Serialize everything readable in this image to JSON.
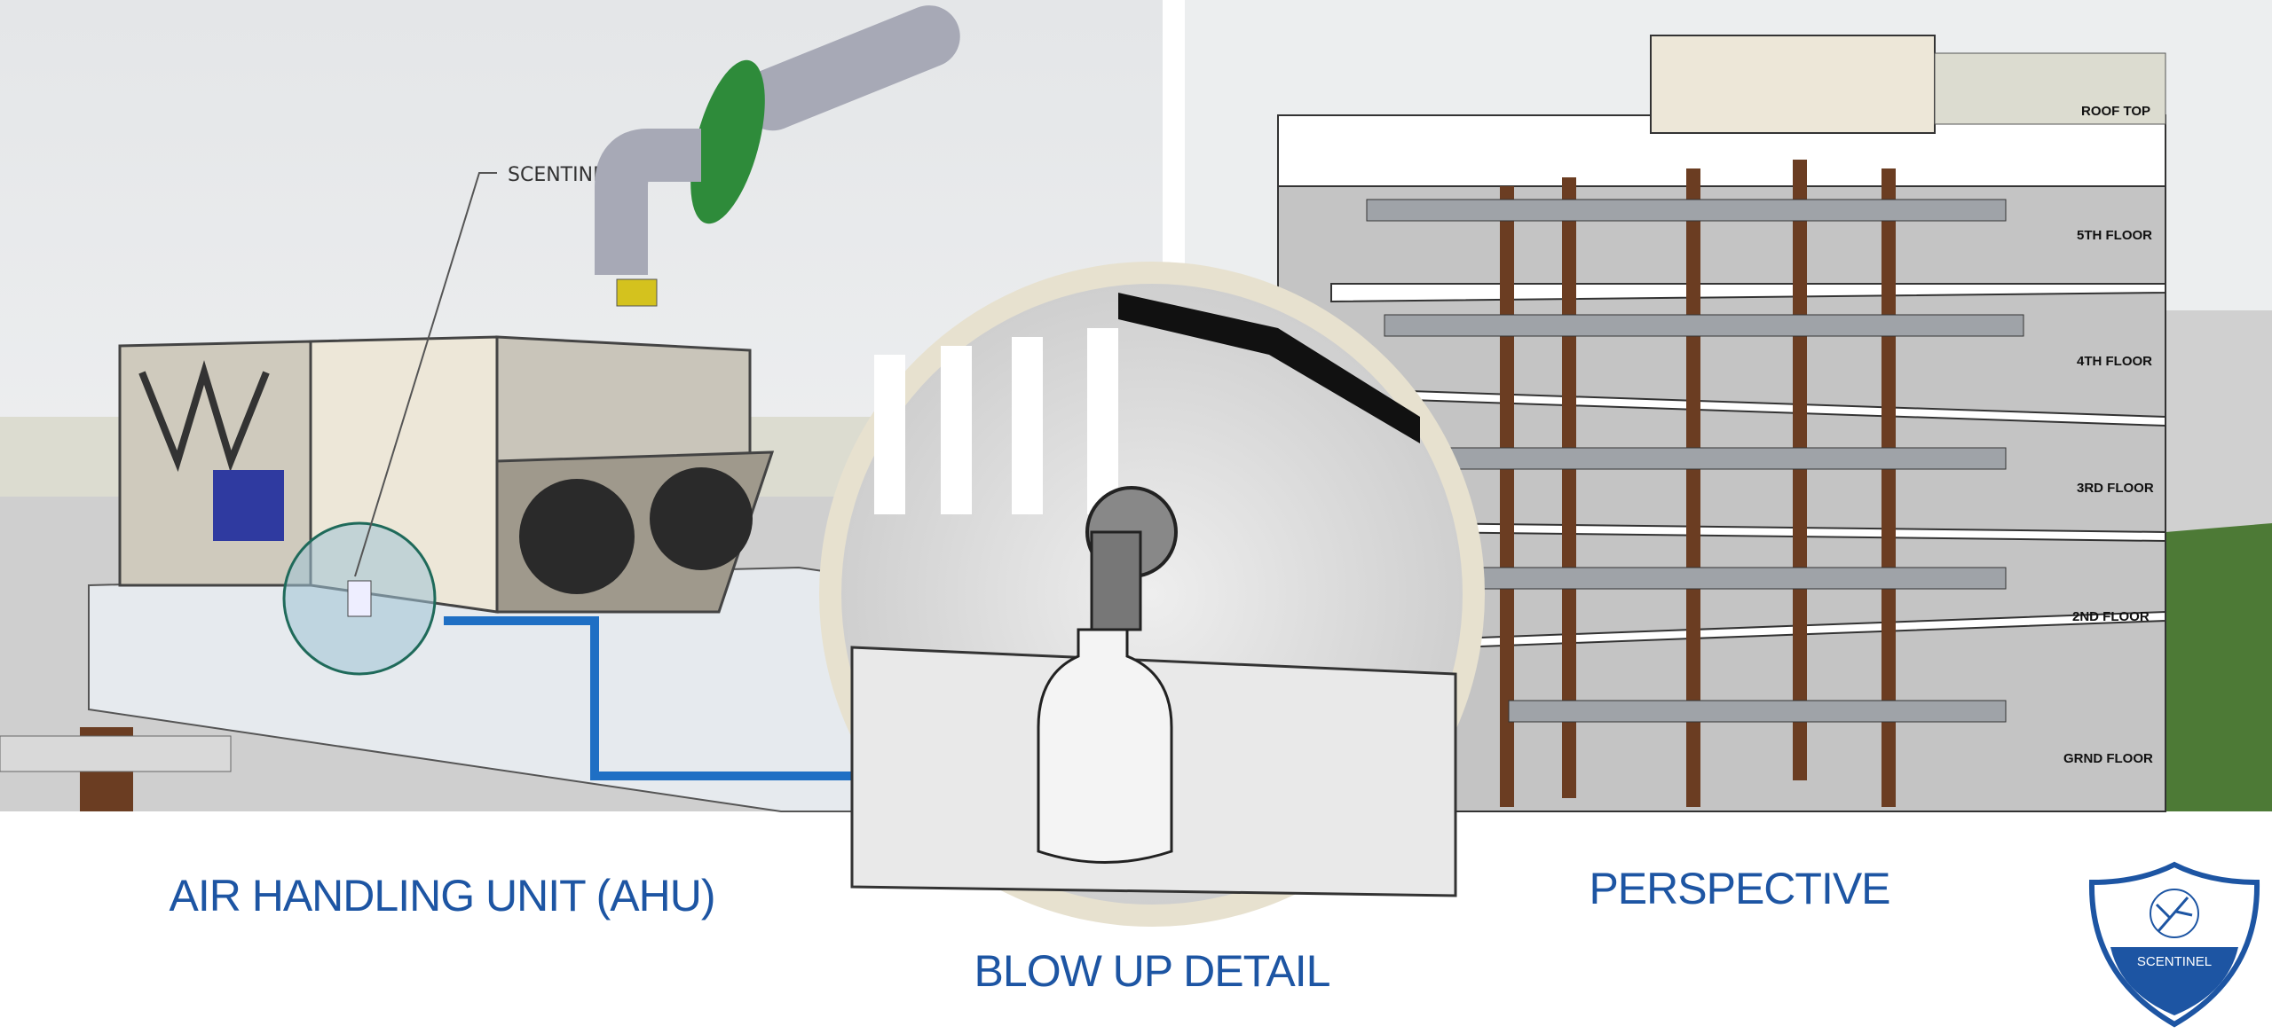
{
  "titles": {
    "ahu": "AIR HANDLING UNIT (AHU)",
    "blowup": "BLOW UP DETAIL",
    "perspective": "PERSPECTIVE"
  },
  "callout": {
    "label": "SCENTINEL"
  },
  "floors": [
    "ROOF TOP",
    "5TH FLOOR",
    "4TH FLOOR",
    "3RD FLOOR",
    "2ND FLOOR",
    "GRND FLOOR"
  ],
  "logo": {
    "text": "SCENTINEL"
  },
  "colors": {
    "brand_blue": "#1d55a3",
    "arrow_blue": "#1f6fc4",
    "column_brown": "#6b3d22",
    "grass": "#4d7a36",
    "device_green": "#2e8b3a"
  }
}
